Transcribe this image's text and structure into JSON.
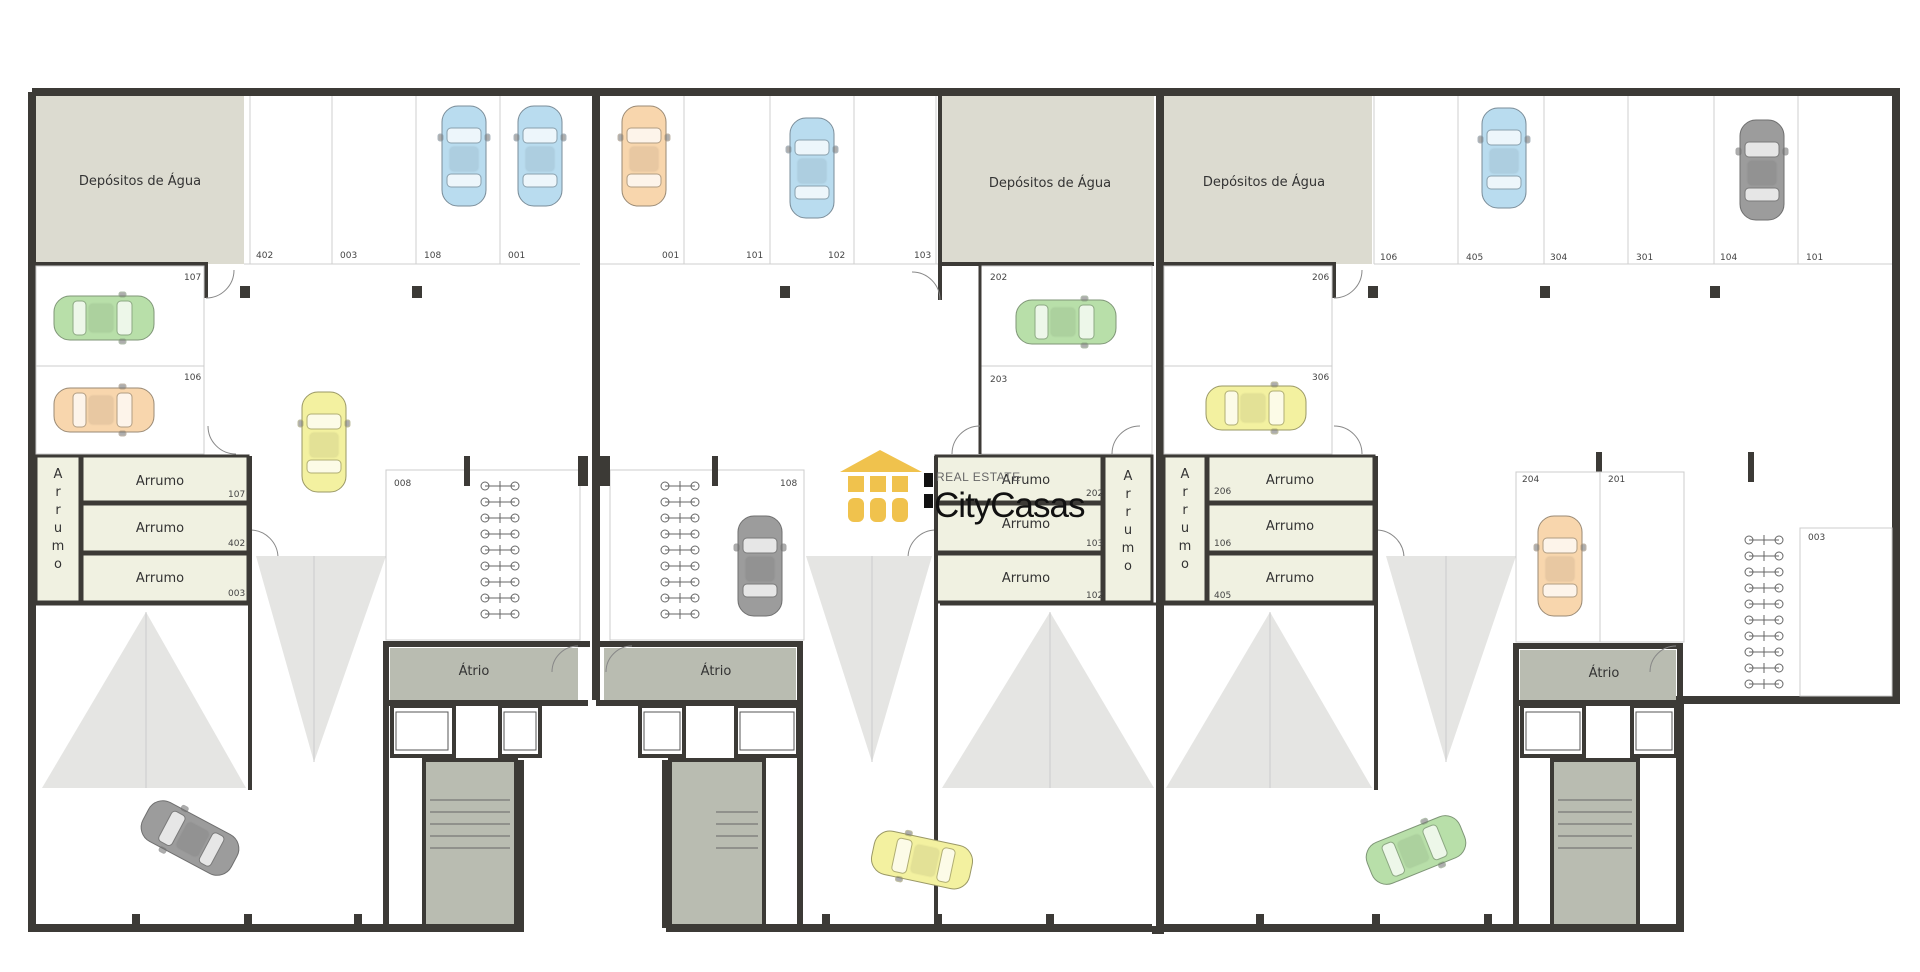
{
  "rooms": {
    "deposito": "Depósitos de Água",
    "arrumo": "Arrumo",
    "arrumo_vertical": "Arrumo",
    "atrio": "Átrio"
  },
  "colors": {
    "wall": "#3c3a36",
    "deposito_fill": "#dcdbd0",
    "arrumo_fill": "#f0f1e1",
    "stair_fill": "#b9bcb1",
    "ramp": "#e5e5e3",
    "car_blue": "#b9dcef",
    "car_orange": "#f8d6ad",
    "car_green": "#b8dfa9",
    "car_yellow": "#f3f1a0",
    "car_gray": "#9c9c9c",
    "logo_house": "#f0c24d"
  },
  "logo": {
    "tagline": "REAL ESTATE",
    "brand": "CityCasas"
  },
  "block1": {
    "top_spots": [
      "402",
      "003",
      "108",
      "001"
    ],
    "side_spots": [
      "107",
      "106"
    ],
    "arrumo_nums": [
      "107",
      "402",
      "003"
    ],
    "bike_spot": "008"
  },
  "block2": {
    "top_spots": [
      "001",
      "101",
      "102",
      "103"
    ],
    "side_spots": [
      "202",
      "203"
    ],
    "arrumo_nums": [
      "202",
      "103",
      "102"
    ],
    "bike_spot": "108"
  },
  "block3": {
    "top_spots": [
      "106",
      "405",
      "304",
      "301",
      "104",
      "101"
    ],
    "side_spots": [
      "206",
      "306"
    ],
    "arrumo_nums": [
      "206",
      "106",
      "405"
    ],
    "center_spots": [
      "204",
      "201"
    ],
    "right_spot": "003"
  }
}
